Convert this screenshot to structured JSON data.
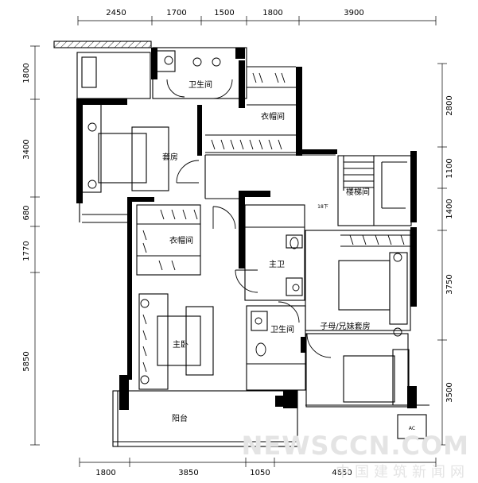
{
  "dims": {
    "top": [
      "2450",
      "1700",
      "1500",
      "1800",
      "3900"
    ],
    "bottom": [
      "1800",
      "3850",
      "1050",
      "4650"
    ],
    "left": [
      "1800",
      "3400",
      "680",
      "1770",
      "5850"
    ],
    "right": [
      "2800",
      "1100",
      "1400",
      "3750",
      "3500"
    ]
  },
  "rooms": {
    "bath_top": "卫生间",
    "closet_top": "衣帽间",
    "suite": "套房",
    "stairs": "楼梯间",
    "stair_note": "18下",
    "closet_mid": "衣帽间",
    "master_bath": "主卫",
    "bath_mid": "卫生间",
    "kids_suite": "子母/兄妹套房",
    "master_bedroom": "主卧",
    "balcony": "阳台",
    "ac_unit": "AC"
  },
  "watermark": {
    "line1": "NEWSCCN.COM",
    "line2": "中国建筑新闻网"
  }
}
